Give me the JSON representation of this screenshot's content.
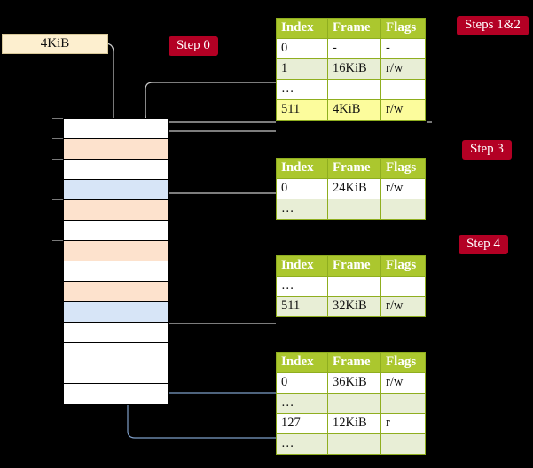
{
  "labels": {
    "size_box": "4KiB"
  },
  "badges": [
    {
      "name": "step-0",
      "text": "Step 0"
    },
    {
      "name": "steps-1-2",
      "text": "Steps 1&2"
    },
    {
      "name": "step-3",
      "text": "Step 3"
    },
    {
      "name": "step-4",
      "text": "Step 4"
    }
  ],
  "memory": {
    "rows": [
      {
        "fill": "white"
      },
      {
        "fill": "peach"
      },
      {
        "fill": "white"
      },
      {
        "fill": "blue"
      },
      {
        "fill": "peach"
      },
      {
        "fill": "white"
      },
      {
        "fill": "peach"
      },
      {
        "fill": "white"
      },
      {
        "fill": "peach"
      },
      {
        "fill": "blue"
      },
      {
        "fill": "white"
      },
      {
        "fill": "white"
      },
      {
        "fill": "white"
      },
      {
        "fill": "white"
      }
    ]
  },
  "tables": [
    {
      "name": "level4-page-table",
      "headers": [
        "Index",
        "Frame",
        "Flags"
      ],
      "rows": [
        {
          "cells": [
            "0",
            "-",
            "-"
          ],
          "style": "plain"
        },
        {
          "cells": [
            "1",
            "16KiB",
            "r/w"
          ],
          "style": "alt"
        },
        {
          "cells": [
            "…",
            "",
            ""
          ],
          "style": "plain"
        },
        {
          "cells": [
            "511",
            "4KiB",
            "r/w"
          ],
          "style": "highlight"
        }
      ]
    },
    {
      "name": "level3-page-table",
      "headers": [
        "Index",
        "Frame",
        "Flags"
      ],
      "rows": [
        {
          "cells": [
            "0",
            "24KiB",
            "r/w"
          ],
          "style": "plain"
        },
        {
          "cells": [
            "…",
            "",
            ""
          ],
          "style": "alt"
        }
      ]
    },
    {
      "name": "level2-page-table",
      "headers": [
        "Index",
        "Frame",
        "Flags"
      ],
      "rows": [
        {
          "cells": [
            "…",
            "",
            ""
          ],
          "style": "plain"
        },
        {
          "cells": [
            "511",
            "32KiB",
            "r/w"
          ],
          "style": "alt"
        }
      ]
    },
    {
      "name": "level1-page-table",
      "headers": [
        "Index",
        "Frame",
        "Flags"
      ],
      "rows": [
        {
          "cells": [
            "0",
            "36KiB",
            "r/w"
          ],
          "style": "plain"
        },
        {
          "cells": [
            "…",
            "",
            ""
          ],
          "style": "alt"
        },
        {
          "cells": [
            "127",
            "12KiB",
            "r"
          ],
          "style": "plain"
        },
        {
          "cells": [
            "…",
            "",
            ""
          ],
          "style": "alt"
        }
      ]
    }
  ],
  "colors": {
    "background": "#000000",
    "badge": "#b30024",
    "table_header": "#abc72e",
    "table_alt_row": "#e8eed6",
    "highlight": "#fcfc9c",
    "memory_peach": "#fde2cd",
    "memory_blue": "#d7e5f7",
    "size_box": "#fdefcf",
    "wire_gray": "#c8c8c8",
    "wire_blue": "#7e9ec8"
  }
}
